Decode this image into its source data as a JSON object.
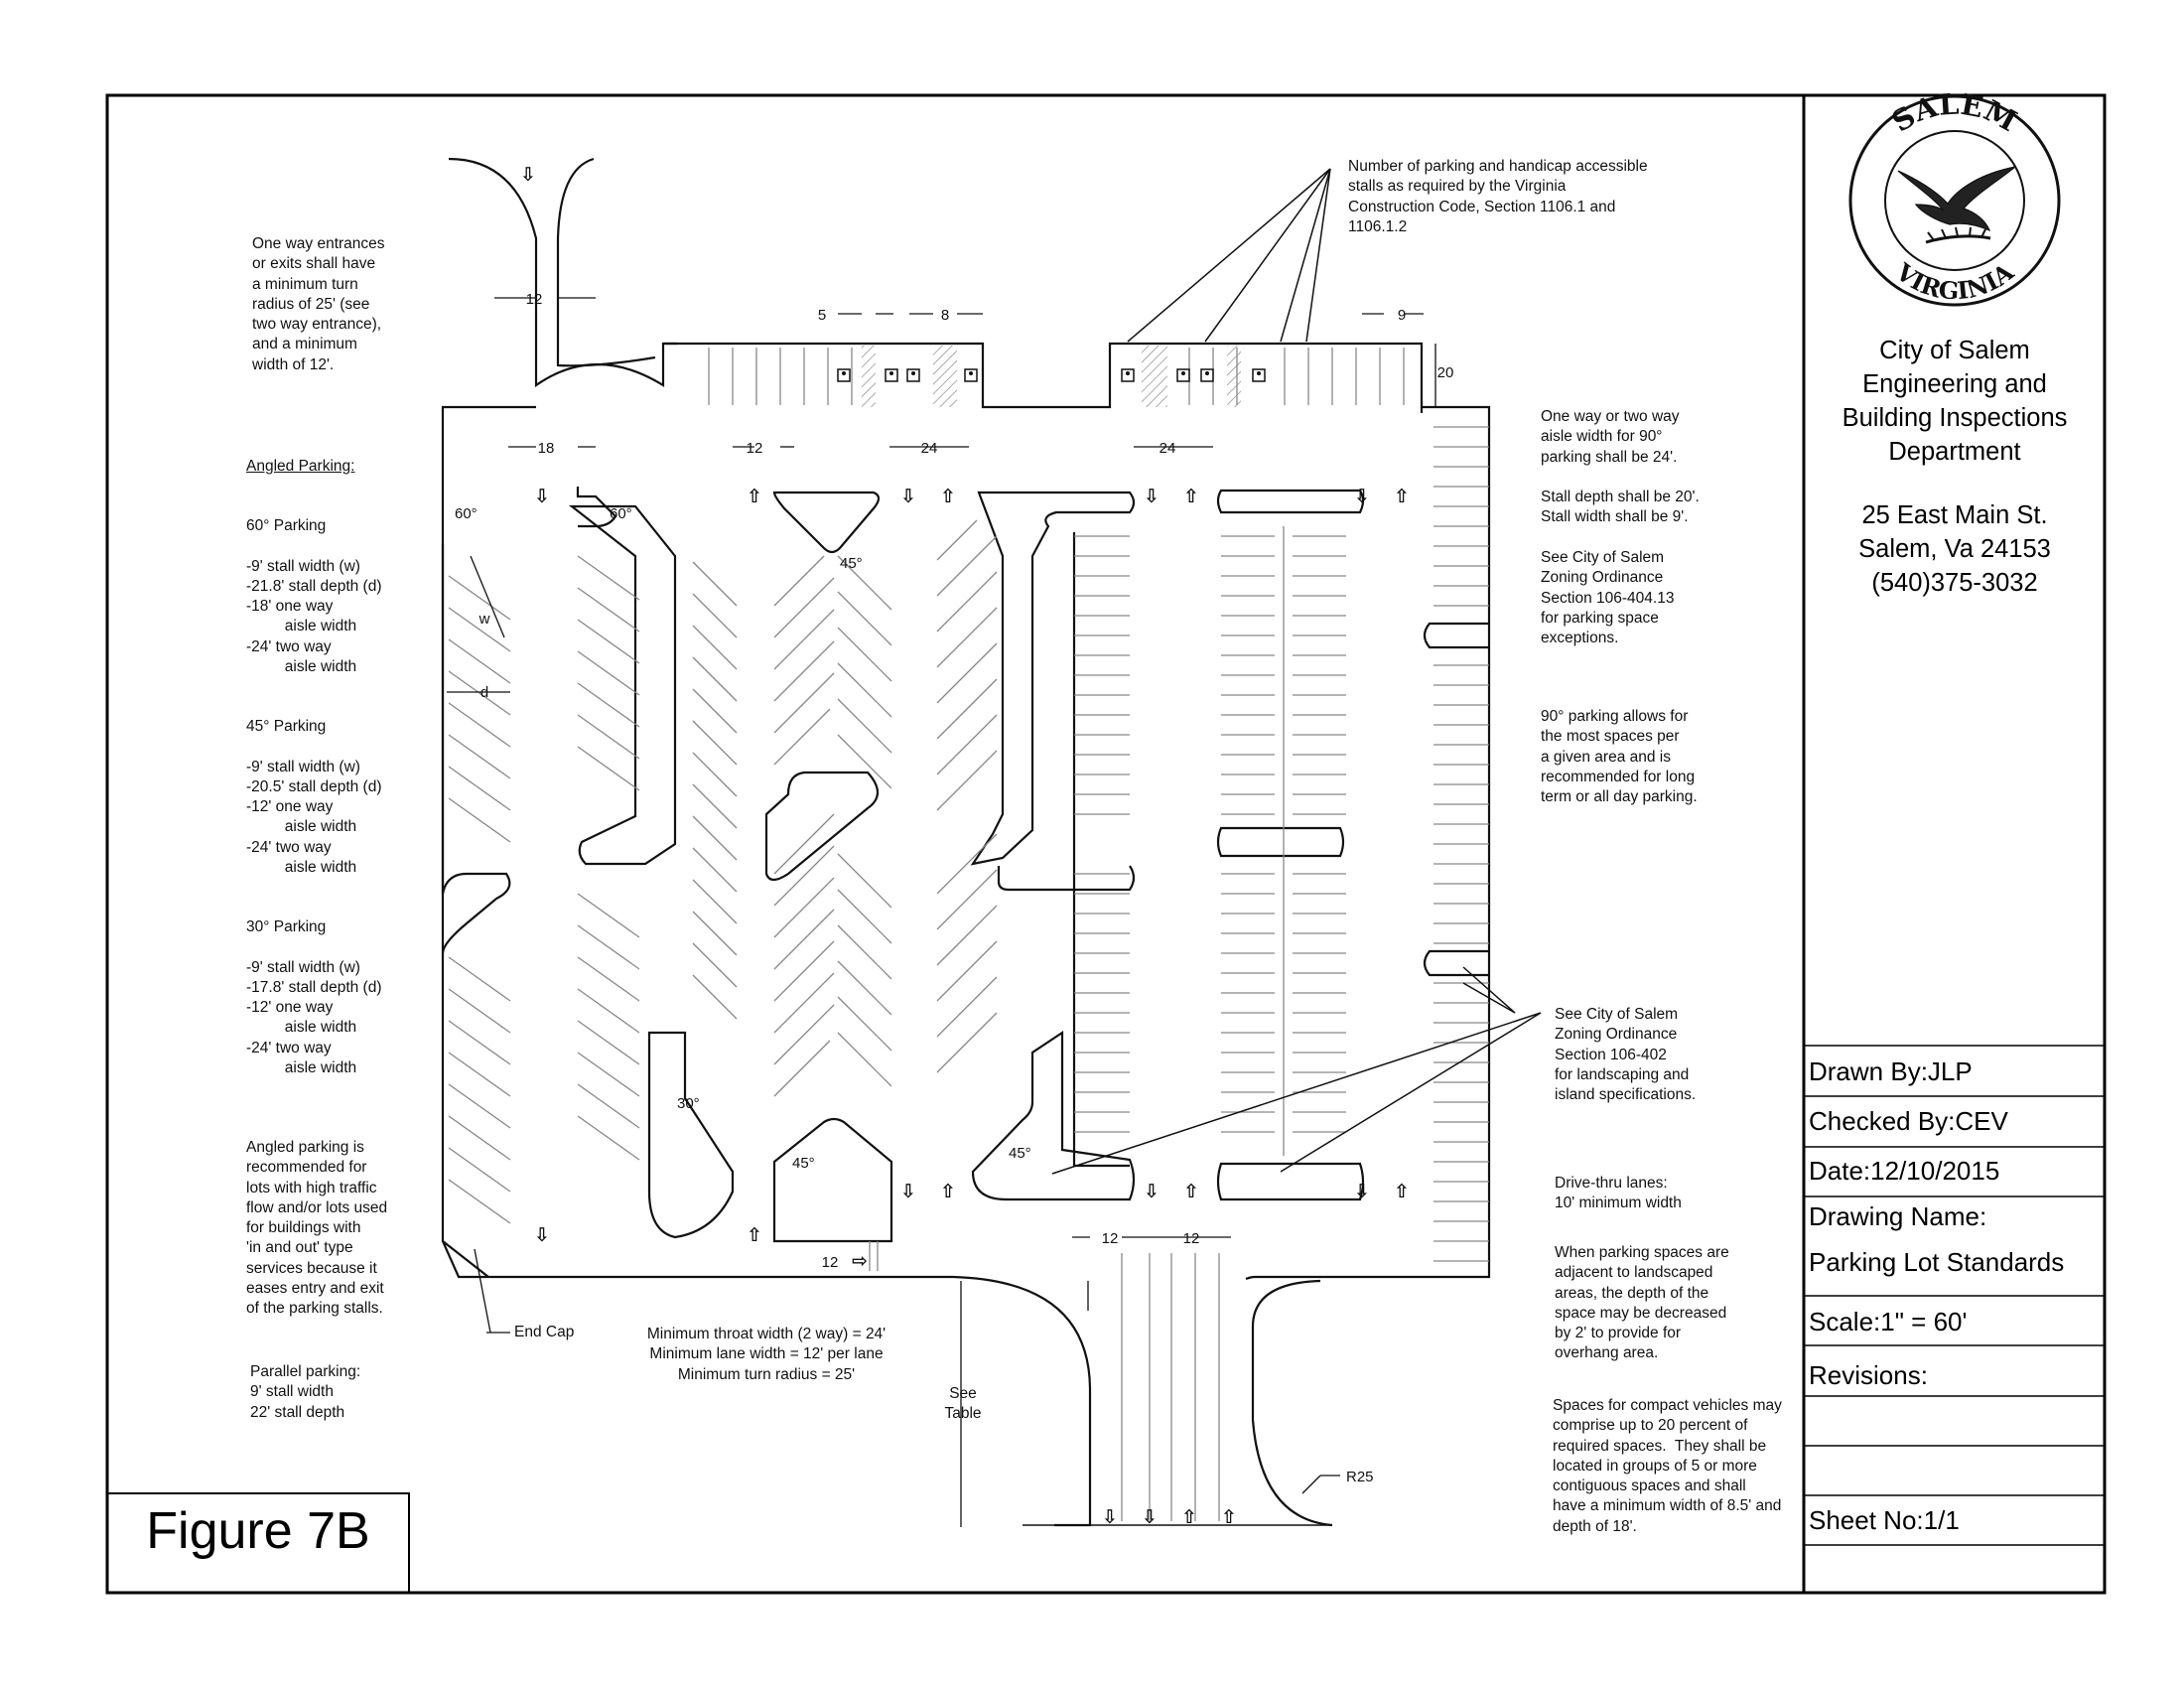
{
  "figure_label": "Figure 7B",
  "title_block": {
    "department_lines": [
      "City of Salem",
      "Engineering and",
      "Building Inspections",
      "Department"
    ],
    "address_lines": [
      "25 East Main St.",
      "Salem, Va 24153",
      "(540)375-3032"
    ],
    "seal_top_text": "SALEM",
    "seal_bottom_text": "VIRGINIA",
    "drawn_by_label": "Drawn By:",
    "drawn_by": "JLP",
    "checked_by_label": "Checked By:",
    "checked_by": "CEV",
    "date_label": "Date:",
    "date": "12/10/2015",
    "drawing_name_label": "Drawing Name:",
    "drawing_name": "Parking Lot Standards",
    "scale_label": "Scale:",
    "scale": "1\" = 60'",
    "revisions_label": "Revisions:",
    "sheet_no_label": "Sheet No:",
    "sheet_no": "1/1"
  },
  "notes": {
    "one_way_entrance": "One way entrances\nor exits shall have\na minimum turn\nradius of 25' (see\ntwo way entrance),\nand a minimum\nwidth of 12'.",
    "angled_parking_heading": "Angled Parking:",
    "parking_60": "60° Parking\n\n-9' stall width (w)\n-21.8' stall depth (d)\n-18' one way\n         aisle width\n-24' two way\n         aisle width",
    "parking_45": "45° Parking\n\n-9' stall width (w)\n-20.5' stall depth (d)\n-12' one way\n         aisle width\n-24' two way\n         aisle width",
    "parking_30": "30° Parking\n\n-9' stall width (w)\n-17.8' stall depth (d)\n-12' one way\n         aisle width\n-24' two way\n         aisle width",
    "angled_recommended": "Angled parking is\nrecommended for\nlots with high traffic\nflow and/or lots used\nfor buildings with\n'in and out' type\nservices because it\neases entry and exit\nof the parking stalls.",
    "parallel_parking": "Parallel parking:\n9' stall width\n22' stall depth",
    "handicap_code": "Number of parking and handicap accessible\nstalls as required by the Virginia\nConstruction Code, Section 1106.1 and\n1106.1.2",
    "aisle_90": "One way or two way\naisle width for 90°\nparking shall be 24'.\n\nStall depth shall be 20'.\nStall width shall be 9'.\n\nSee City of Salem\nZoning Ordinance\nSection 106-404.13\nfor parking space\nexceptions.",
    "parking_90_allows": "90° parking allows for\nthe most spaces per\na given area and is\nrecommended for long\nterm or all day parking.",
    "landscaping": "See City of Salem\nZoning Ordinance\nSection 106-402\nfor landscaping and\nisland specifications.",
    "drive_thru": "Drive-thru lanes:\n10' minimum width",
    "landscaped_areas": "When parking spaces are\nadjacent to landscaped\nareas, the depth of the\nspace may be decreased\nby 2' to provide for\noverhang area.",
    "compact": "Spaces for compact vehicles may\ncomprise up to 20 percent of\nrequired spaces.  They shall be\nlocated in groups of 5 or more\ncontiguous spaces and shall\nhave a minimum width of 8.5' and\ndepth of 18'.",
    "throat": "Minimum throat width (2 way) = 24'\nMinimum lane width = 12' per lane\nMinimum turn radius = 25'",
    "end_cap": "End Cap",
    "see_table": "See\nTable"
  },
  "dimensions": {
    "entrance_width": "12",
    "aisle_18": "18",
    "aisle_12": "12",
    "aisle_24a": "24",
    "aisle_24b": "24",
    "stall_5": "5",
    "stall_8": "8",
    "stall_9": "9",
    "depth_20": "20",
    "lane_12a": "12",
    "lane_12b": "12",
    "drive_12": "12",
    "radius": "R25",
    "w_label": "w",
    "d_label": "d"
  },
  "angles": {
    "a60_left": "60°",
    "a60_right": "60°",
    "a45_top": "45°",
    "a30": "30°",
    "a45_bottom": "45°",
    "a45_right": "45°"
  }
}
